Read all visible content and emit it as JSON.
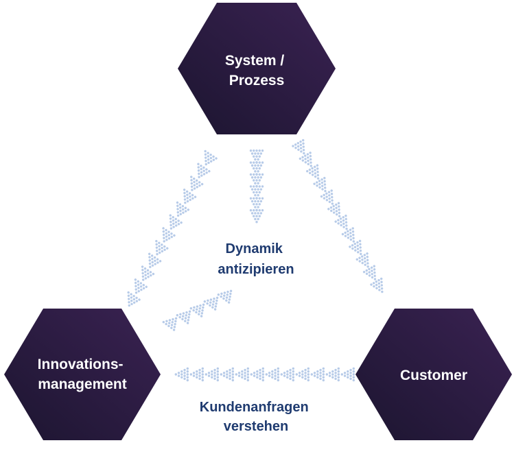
{
  "nodes": {
    "top": {
      "lines": [
        "System /",
        "Prozess"
      ]
    },
    "left": {
      "lines": [
        "Innovations-",
        "management"
      ]
    },
    "right": {
      "lines": [
        "Customer"
      ]
    }
  },
  "captions": {
    "center": [
      "Dynamik",
      "antizipieren"
    ],
    "bottom": [
      "Kundenanfragen",
      "verstehen"
    ]
  },
  "colors": {
    "hex_dark": "#1c1530",
    "hex_light": "#3a2252",
    "hex_text": "#ffffff",
    "caption_text": "#1f3b70",
    "dots": "#b7cbe8"
  },
  "icons": {
    "flow_markers": "dotted-chevron-arrows"
  }
}
